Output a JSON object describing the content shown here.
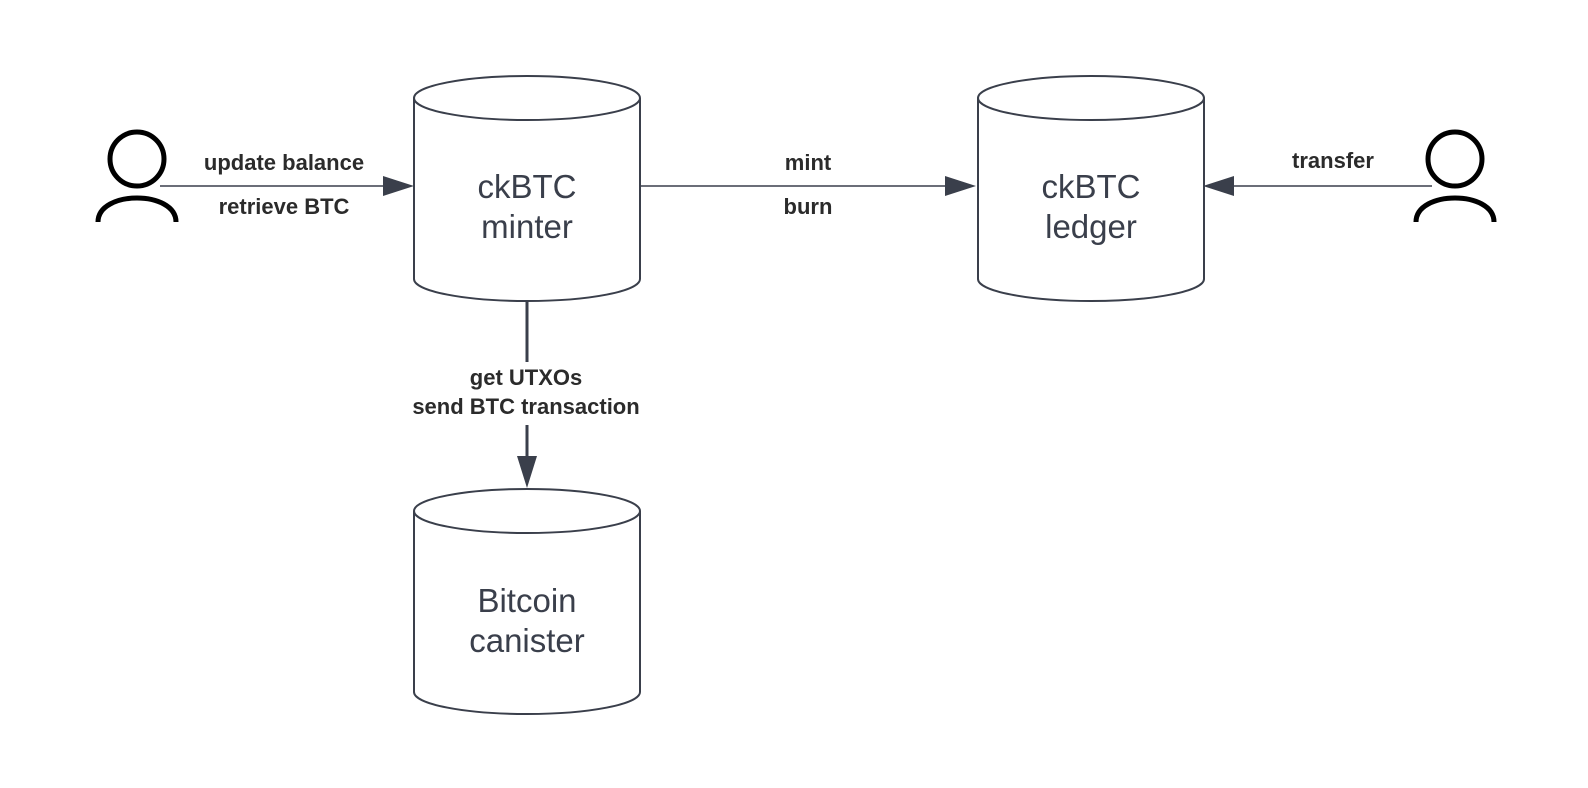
{
  "nodes": {
    "minter": {
      "line1": "ckBTC",
      "line2": "minter"
    },
    "ledger": {
      "line1": "ckBTC",
      "line2": "ledger"
    },
    "bitcoin": {
      "line1": "Bitcoin",
      "line2": "canister"
    }
  },
  "edges": {
    "user_to_minter": {
      "top": "update balance",
      "bottom": "retrieve BTC"
    },
    "minter_to_ledger": {
      "top": "mint",
      "bottom": "burn"
    },
    "user_to_ledger": {
      "top": "transfer"
    },
    "minter_to_bitcoin": {
      "line1": "get UTXOs",
      "line2": "send BTC transaction"
    }
  },
  "actors": [
    "user-icon",
    "user-icon"
  ],
  "colors": {
    "stroke": "#3a3f4b",
    "text": "#3a3f4b",
    "label": "#2b2b2b",
    "actor": "#000000",
    "background": "#ffffff"
  }
}
